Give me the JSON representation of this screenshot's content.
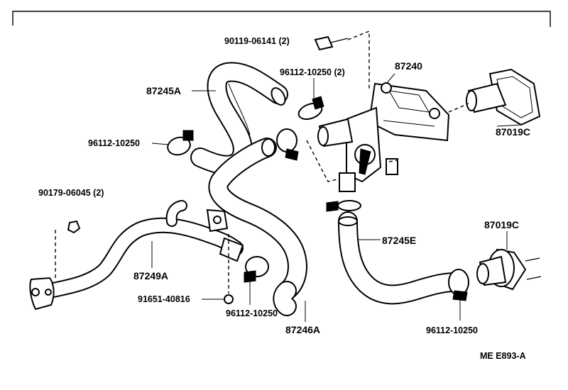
{
  "diagram": {
    "code": "ME E893-A",
    "labels": {
      "p90119": "90119-06141 (2)",
      "p96112_top": "96112-10250 (2)",
      "p87240": "87240",
      "p87245A": "87245A",
      "p87019C_top": "87019C",
      "p96112_left": "96112-10250",
      "p90179": "90179-06045 (2)",
      "p87245E": "87245E",
      "p87019C_bottom": "87019C",
      "p87249A": "87249A",
      "p91651": "91651-40816",
      "p96112_mid": "96112-10250",
      "p87246A": "87246A",
      "p96112_bottom": "96112-10250"
    }
  }
}
